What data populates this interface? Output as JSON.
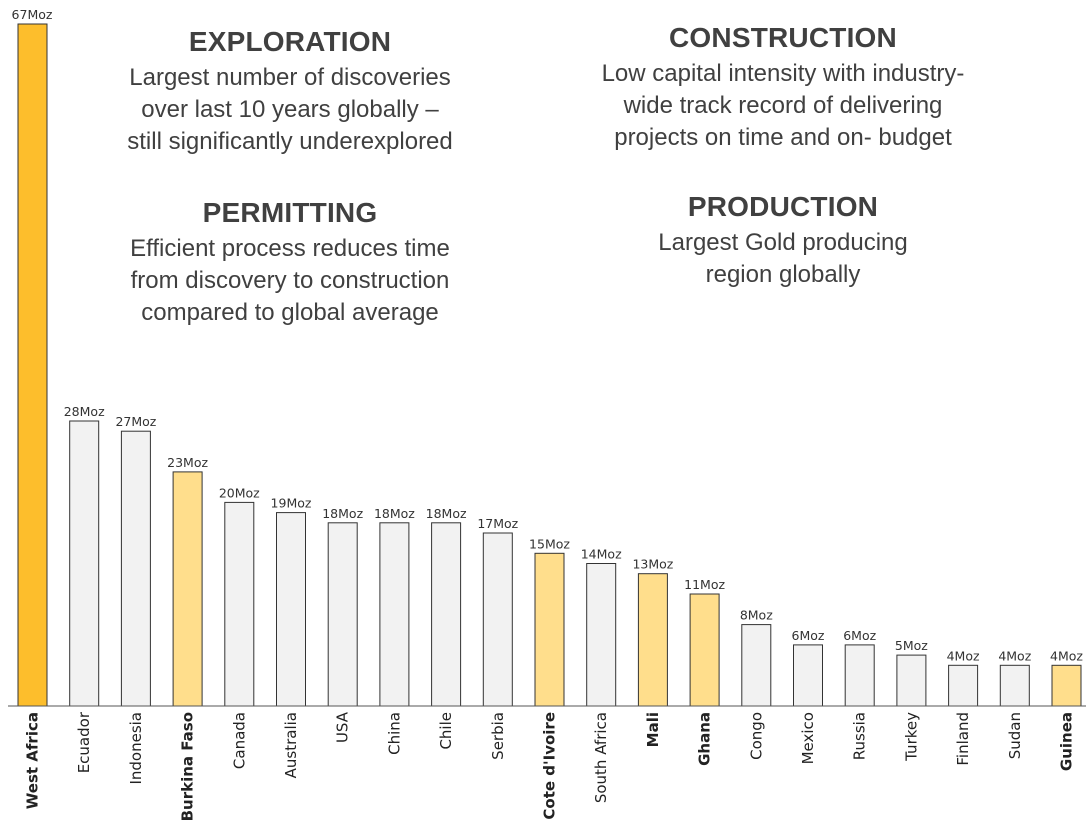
{
  "panels": {
    "exploration": {
      "title": "EXPLORATION",
      "lines": [
        "Largest number of discoveries",
        "over last 10 years globally –",
        "still significantly underexplored"
      ]
    },
    "construction": {
      "title": "CONSTRUCTION",
      "lines": [
        "Low capital intensity with industry-",
        "wide track  record of delivering",
        "projects on time and on- budget"
      ]
    },
    "permitting": {
      "title": "PERMITTING",
      "lines": [
        "Efficient process reduces time",
        "from discovery to construction",
        "compared to global average"
      ]
    },
    "production": {
      "title": "PRODUCTION",
      "lines": [
        "Largest Gold producing",
        "region globally"
      ]
    }
  },
  "chart_data": {
    "type": "bar",
    "categories": [
      "West Africa",
      "Ecuador",
      "Indonesia",
      "Burkina Faso",
      "Canada",
      "Australia",
      "USA",
      "China",
      "Chile",
      "Serbia",
      "Cote d'Ivoire",
      "South Africa",
      "Mali",
      "Ghana",
      "Congo",
      "Mexico",
      "Russia",
      "Turkey",
      "Finland",
      "Sudan",
      "Guinea"
    ],
    "values": [
      67,
      28,
      27,
      23,
      20,
      19,
      18,
      18,
      18,
      17,
      15,
      14,
      13,
      11,
      8,
      6,
      6,
      5,
      4,
      4,
      4
    ],
    "data_labels": [
      "67Moz",
      "28Moz",
      "27Moz",
      "23Moz",
      "20Moz",
      "19Moz",
      "18Moz",
      "18Moz",
      "18Moz",
      "17Moz",
      "15Moz",
      "14Moz",
      "13Moz",
      "11Moz",
      "8Moz",
      "6Moz",
      "6Moz",
      "5Moz",
      "4Moz",
      "4Moz",
      "4Moz"
    ],
    "highlighted": [
      "West Africa",
      "Burkina Faso",
      "Cote d'Ivoire",
      "Mali",
      "Ghana",
      "Guinea"
    ],
    "ylim": [
      0,
      67
    ],
    "grid": false,
    "colors": {
      "primary": "#FDBE2C",
      "highlight": "#FFDE8C",
      "default": "#F2F2F2",
      "stroke": "#333333"
    }
  }
}
